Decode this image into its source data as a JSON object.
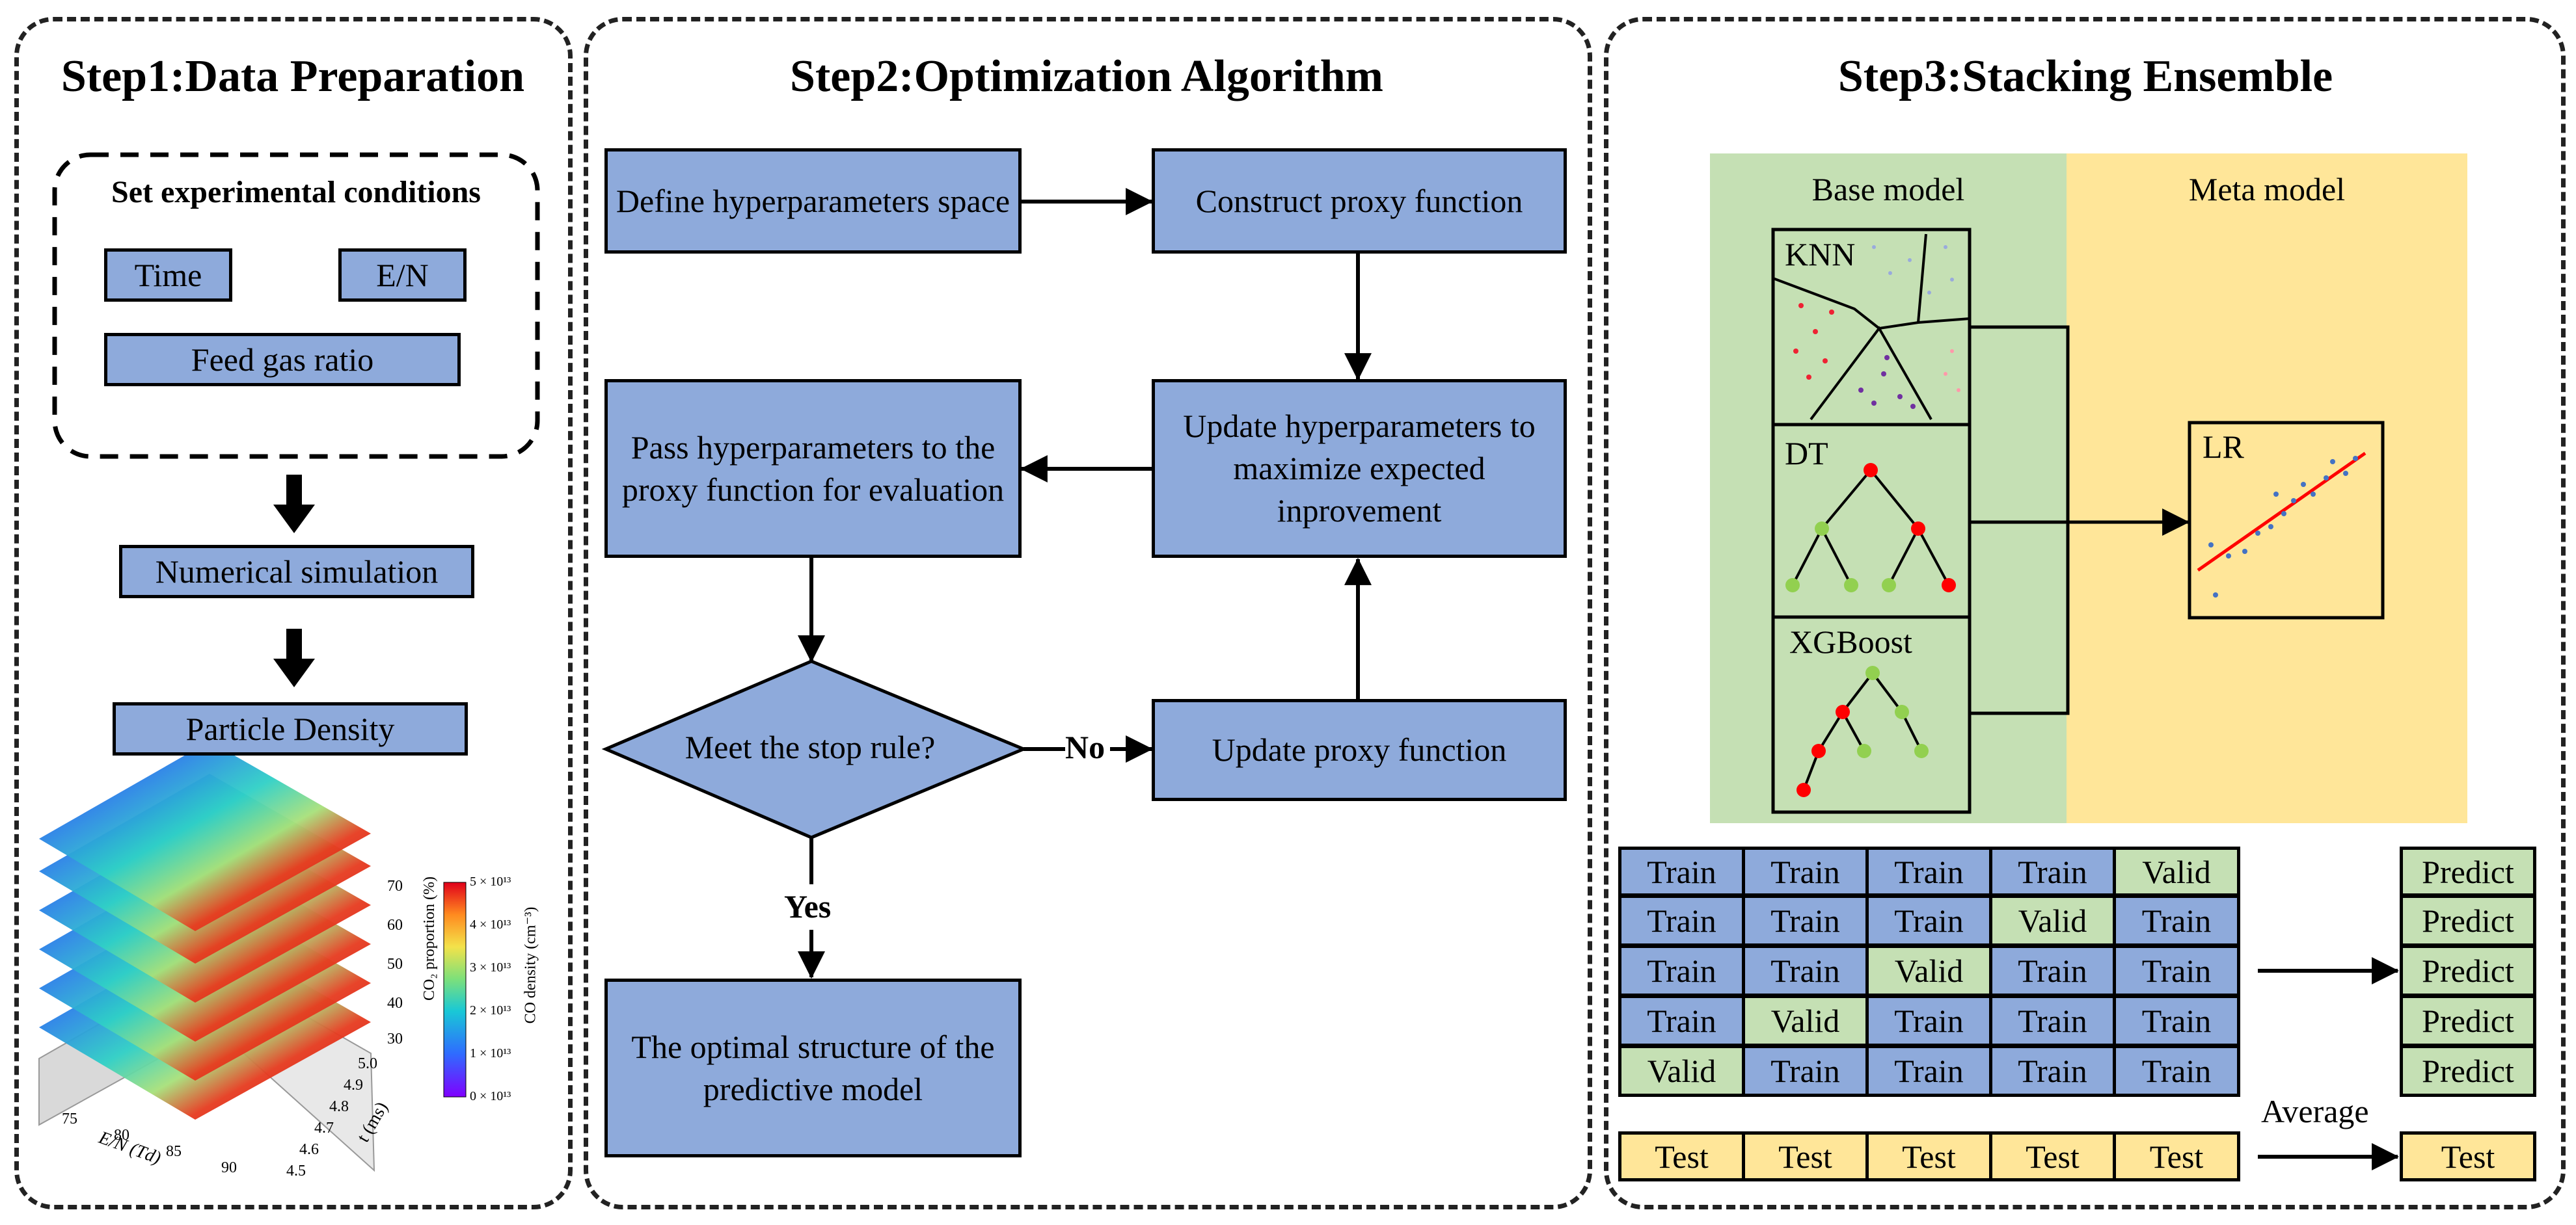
{
  "step1": {
    "title": "Step1:Data Preparation",
    "conditions_title": "Set experimental conditions",
    "time": "Time",
    "en": "E/N",
    "feed": "Feed gas ratio",
    "numerical": "Numerical simulation",
    "density": "Particle Density",
    "plot": {
      "xlabel": "E/N (Td)",
      "ylabel": "t (ms)",
      "zlabel": "CO₂ proportion (%)",
      "colorbar_label": "CO density (cm⁻³)",
      "x_ticks": [
        "75",
        "80",
        "85",
        "90"
      ],
      "y_ticks": [
        "4.5",
        "4.6",
        "4.7",
        "4.8",
        "4.9",
        "5.0"
      ],
      "z_ticks": [
        "30",
        "40",
        "50",
        "60",
        "70"
      ],
      "colorbar_ticks": [
        "5 × 10¹³",
        "4 × 10¹³",
        "3 × 10¹³",
        "2 × 10¹³",
        "1 × 10¹³",
        "0 × 10¹³"
      ]
    }
  },
  "step2": {
    "title": "Step2:Optimization Algorithm",
    "define": "Define hyperparameters space",
    "construct": "Construct proxy function",
    "pass": "Pass hyperparameters to the proxy function for evaluation",
    "update_hp": "Update hyperparameters to maximize expected inprovement",
    "stop": "Meet the stop rule?",
    "no": "No",
    "yes": "Yes",
    "update_proxy": "Update proxy function",
    "optimal": "The optimal structure of the predictive model"
  },
  "step3": {
    "title": "Step3:Stacking Ensemble",
    "base": "Base model",
    "meta": "Meta model",
    "knn": "KNN",
    "dt": "DT",
    "xgb": "XGBoost",
    "lr": "LR",
    "folds": [
      [
        "Train",
        "Train",
        "Train",
        "Train",
        "Valid"
      ],
      [
        "Train",
        "Train",
        "Train",
        "Valid",
        "Train"
      ],
      [
        "Train",
        "Train",
        "Valid",
        "Train",
        "Train"
      ],
      [
        "Train",
        "Valid",
        "Train",
        "Train",
        "Train"
      ],
      [
        "Valid",
        "Train",
        "Train",
        "Train",
        "Train"
      ]
    ],
    "predict": [
      "Predict",
      "Predict",
      "Predict",
      "Predict",
      "Predict"
    ],
    "test_row": [
      "Test",
      "Test",
      "Test",
      "Test",
      "Test"
    ],
    "average": "Average",
    "test_out": "Test"
  }
}
